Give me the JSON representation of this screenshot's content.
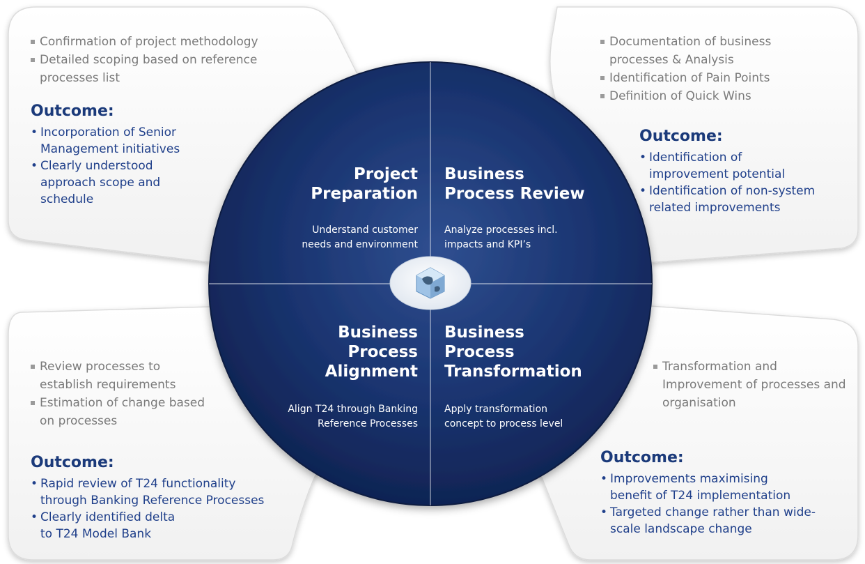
{
  "panels": {
    "top_left": {
      "bullets": [
        "Confirmation of project methodology",
        "Detailed scoping based on reference processes list"
      ],
      "outcome_title": "Outcome:",
      "outcomes": [
        "Incorporation of Senior Management initiatives",
        "Clearly understood approach scope and schedule"
      ]
    },
    "top_right": {
      "bullets": [
        "Documentation of business processes & Analysis",
        "Identification of Pain Points",
        "Definition of Quick Wins"
      ],
      "outcome_title": "Outcome:",
      "outcomes": [
        "Identification of improvement potential",
        "Identification of non-system related improvements"
      ]
    },
    "bottom_left": {
      "bullets": [
        "Review processes to establish requirements",
        "Estimation of change based on processes"
      ],
      "outcome_title": "Outcome:",
      "outcomes": [
        "Rapid review of T24 functionality through Banking Reference Processes",
        "Clearly identified delta to T24 Model Bank"
      ]
    },
    "bottom_right": {
      "bullets": [
        "Transformation and Improvement of processes and organisation"
      ],
      "outcome_title": "Outcome:",
      "outcomes": [
        "Improvements maximising benefit of T24 implementation",
        "Targeted change rather than wide-scale landscape change"
      ]
    }
  },
  "quadrants": {
    "project_preparation": {
      "title": "Project Preparation",
      "subtitle": "Understand customer needs and environment"
    },
    "business_process_review": {
      "title": "Business Process Review",
      "subtitle": "Analyze processes incl. impacts and KPI’s"
    },
    "business_process_alignment": {
      "title": "Business Process Alignment",
      "subtitle": "Align T24 through Banking Reference Processes"
    },
    "business_process_transformation": {
      "title": "Business Process Transformation",
      "subtitle": "Apply transformation concept to process level"
    }
  },
  "colors": {
    "circle_dark": "#0f2357",
    "circle_light": "#2f4f90",
    "outcome_blue": "#1f3f8a",
    "bullet_grey": "#7a7a7a",
    "card_edge": "#d9d9d9"
  },
  "icons": {
    "center": "globe-cube-icon"
  }
}
